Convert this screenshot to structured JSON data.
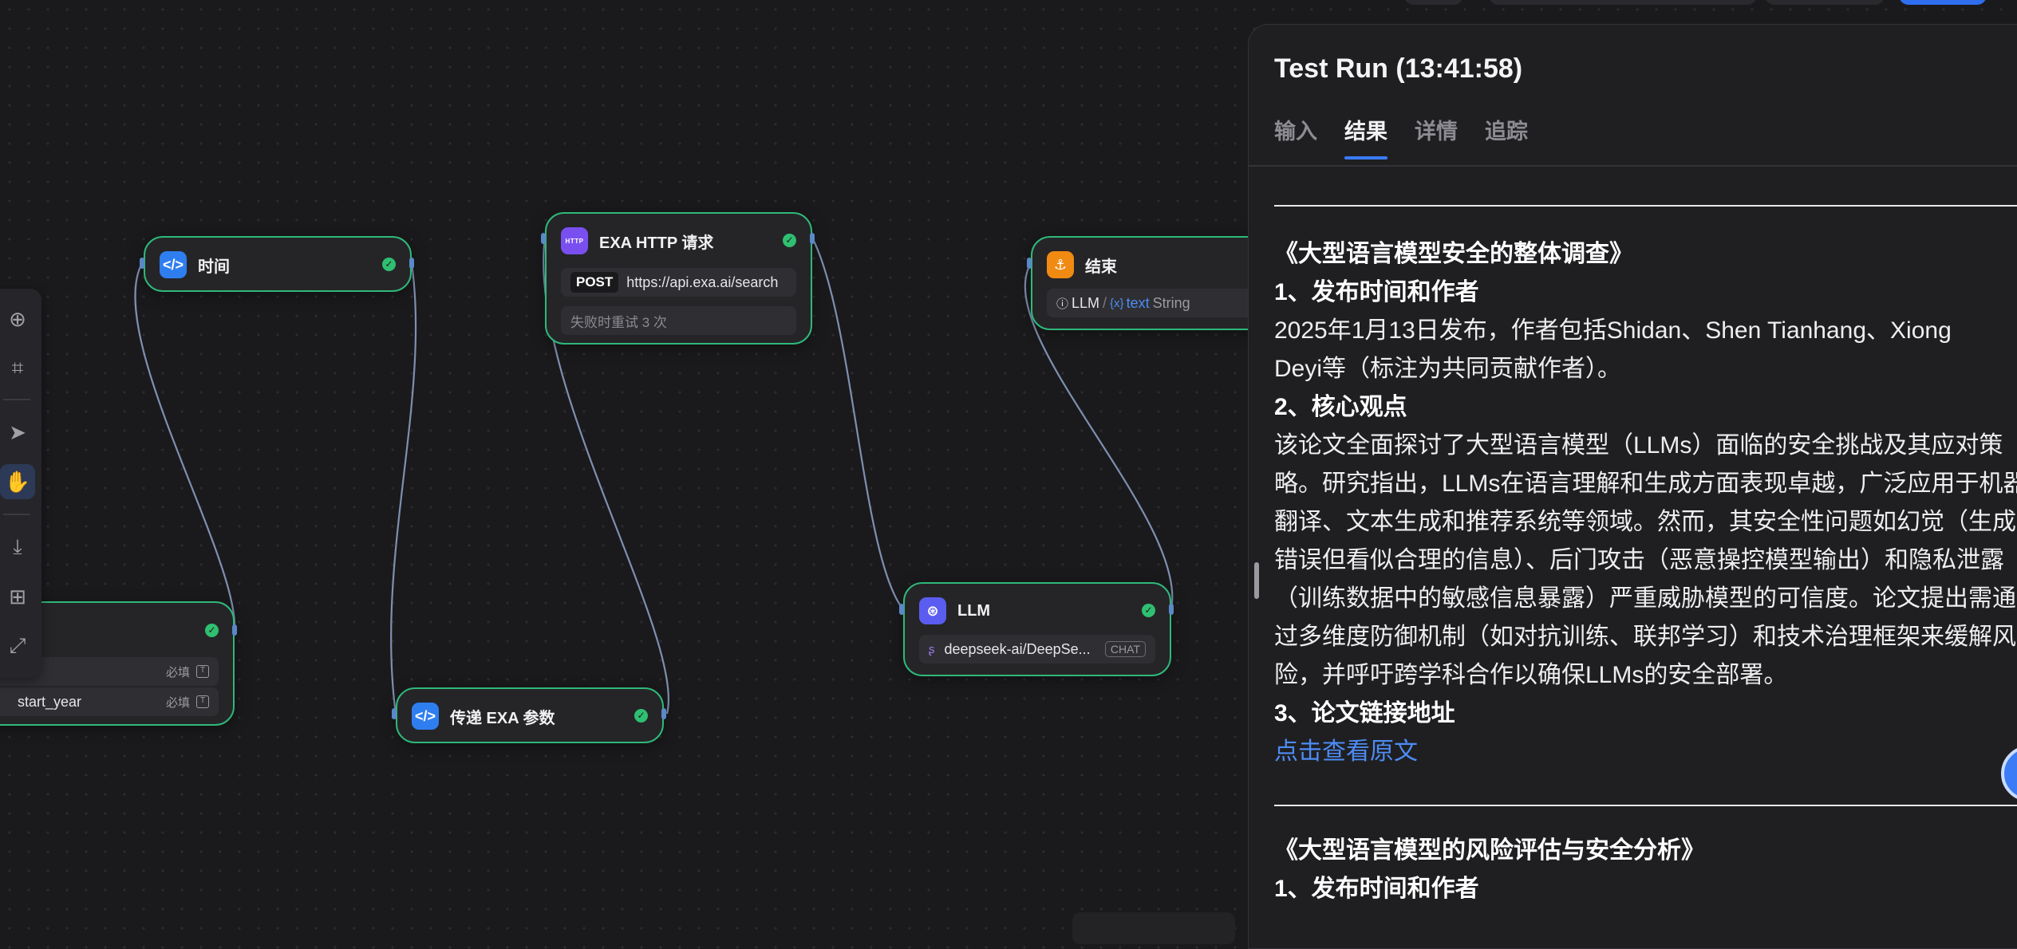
{
  "nodes": {
    "time": {
      "title": "时间",
      "icon": "code-icon"
    },
    "exa_http": {
      "title": "EXA HTTP 请求",
      "icon": "http-icon",
      "icon_text": "HTTP",
      "method": "POST",
      "url": "https://api.exa.ai/search",
      "retry": "失败时重试 3 次"
    },
    "end": {
      "title": "结束",
      "icon": "end-icon",
      "var_source": "LLM",
      "sep": "/",
      "var_name": "text",
      "var_type": "String"
    },
    "start": {
      "required_label": "必填",
      "field2": "start_year"
    },
    "pass_params": {
      "title": "传递 EXA 参数",
      "icon": "code-icon"
    },
    "llm": {
      "title": "LLM",
      "model": "deepseek-ai/DeepSe...",
      "mode": "CHAT"
    }
  },
  "toolbar": {
    "items": [
      "add-icon",
      "note-icon",
      "pointer-icon",
      "hand-icon",
      "import-icon",
      "apps-icon",
      "fit-icon"
    ],
    "active": "hand-icon"
  },
  "panel": {
    "title": "Test Run (13:41:58)",
    "tabs": [
      {
        "label": "输入",
        "active": false
      },
      {
        "label": "结果",
        "active": true
      },
      {
        "label": "详情",
        "active": false
      },
      {
        "label": "追踪",
        "active": false
      }
    ],
    "result": {
      "paper1_title": "《大型语言模型安全的整体调查》",
      "s1_head": "1、发布时间和作者",
      "s1_line1": "2025年1月13日发布，作者包括Shidan、Shen Tianhang、Xiong",
      "s1_line2": "Deyi等（标注为共同贡献作者）。",
      "s2_head": "2、核心观点",
      "s2_line1": "该论文全面探讨了大型语言模型（LLMs）面临的安全挑战及其应对策",
      "s2_line2": "略。研究指出，LLMs在语言理解和生成方面表现卓越，广泛应用于机器",
      "s2_line3": "翻译、文本生成和推荐系统等领域。然而，其安全性问题如幻觉（生成",
      "s2_line4": "错误但看似合理的信息）、后门攻击（恶意操控模型输出）和隐私泄露",
      "s2_line5": "（训练数据中的敏感信息暴露）严重威胁模型的可信度。论文提出需通",
      "s2_line6": "过多维度防御机制（如对抗训练、联邦学习）和技术治理框架来缓解风",
      "s2_line7": "险，并呼吁跨学科合作以确保LLMs的安全部署。",
      "s3_head": "3、论文链接地址",
      "s3_link": "点击查看原文",
      "paper2_title": "《大型语言模型的风险评估与安全分析》",
      "p2_s1_head": "1、发布时间和作者"
    }
  }
}
